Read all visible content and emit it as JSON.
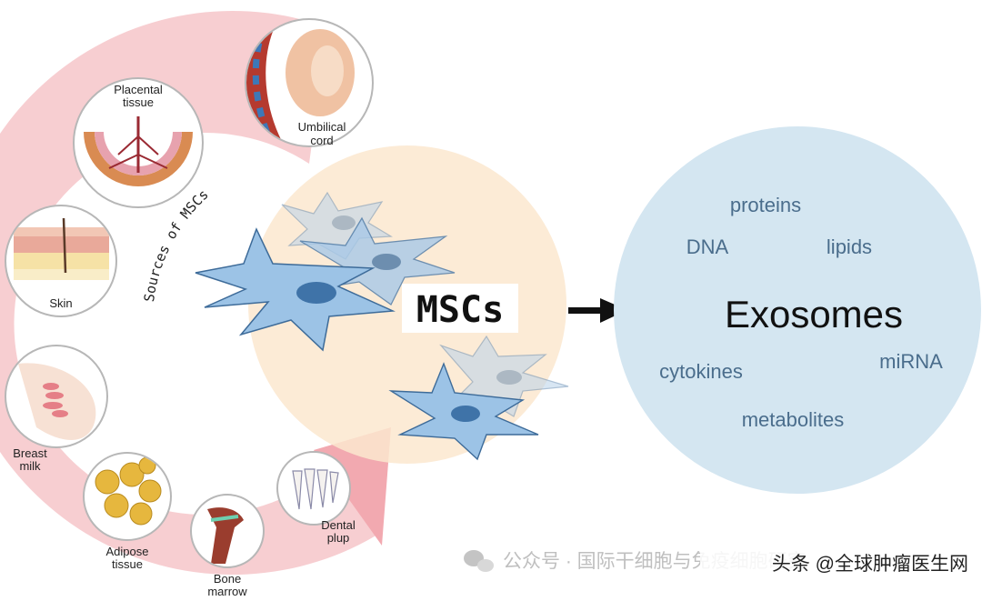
{
  "colors": {
    "ring": "#f3bcc0",
    "ring_dark": "#ee9aa2",
    "source_circle_border": "#b7b7b7",
    "msc_background": "#fbe7cf",
    "cell_fill": "#9cc3e6",
    "cell_outline": "#3d6b99",
    "nucleus": "#3f73a8",
    "exosome_circle": "#d4e6f1",
    "exosome_text": "#4a6d8c",
    "arrow": "#111111",
    "watermark": "#bfbfbf"
  },
  "sources": {
    "arc_label": "Sources of MSCs",
    "items": [
      {
        "id": "umbilical",
        "label_lines": [
          "Umbilical",
          "cord"
        ],
        "icon": "umbilical-cord-icon"
      },
      {
        "id": "placental",
        "label_lines": [
          "Placental",
          "tissue"
        ],
        "icon": "placenta-icon"
      },
      {
        "id": "skin",
        "label_lines": [
          "Skin"
        ],
        "icon": "skin-layers-icon"
      },
      {
        "id": "breast",
        "label_lines": [
          "Breast",
          "milk"
        ],
        "icon": "breast-gland-icon"
      },
      {
        "id": "adipose",
        "label_lines": [
          "Adipose",
          "tissue"
        ],
        "icon": "adipocytes-icon"
      },
      {
        "id": "bone",
        "label_lines": [
          "Bone",
          "marrow"
        ],
        "icon": "bone-icon"
      },
      {
        "id": "dental",
        "label_lines": [
          "Dental",
          "plup"
        ],
        "icon": "teeth-icon"
      }
    ]
  },
  "center_label": "MSCs",
  "exosomes": {
    "title": "Exosomes",
    "contents": [
      "proteins",
      "DNA",
      "lipids",
      "cytokines",
      "miRNA",
      "metabolites"
    ]
  },
  "watermarks": {
    "wechat": "公众号 · 国际干细胞与免疫细胞研究",
    "toutiao": "头条 @全球肿瘤医生网"
  }
}
